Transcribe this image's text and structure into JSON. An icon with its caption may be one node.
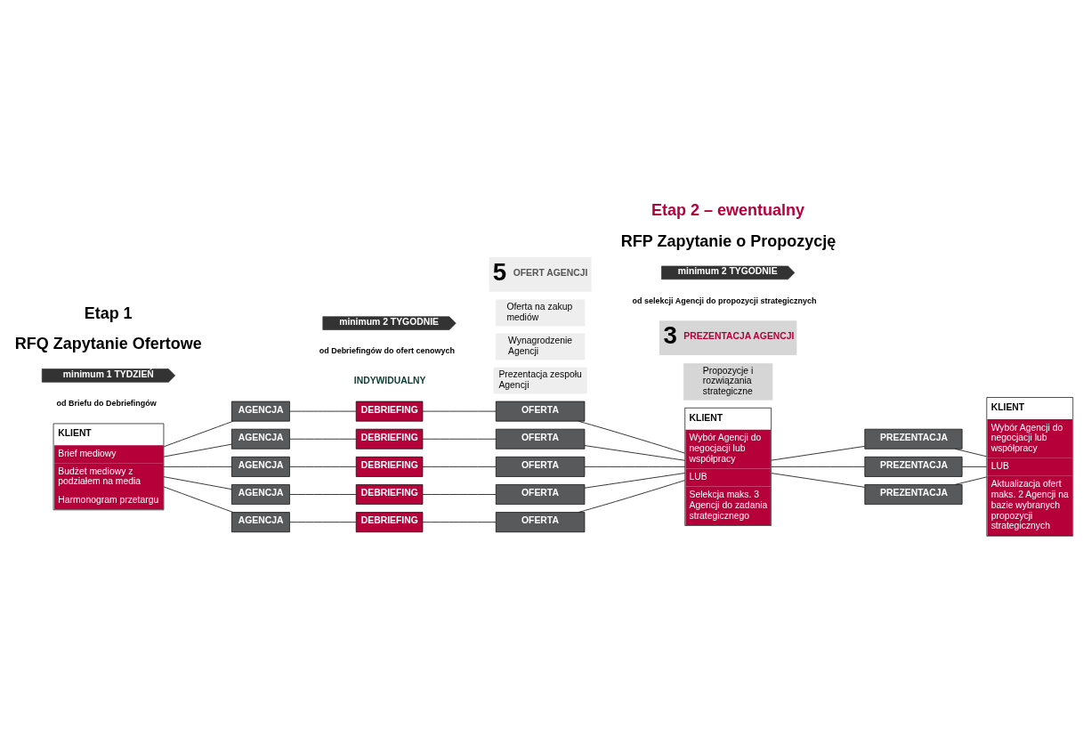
{
  "diagram": {
    "nodes": [
      {
        "text": [
          "KLIENT",
          "Brief mediowy",
          "Budżet mediowy z podziałem na media",
          "Harmonogram przetargu"
        ]
      },
      {
        "text": [
          "AGENCJA"
        ]
      },
      {
        "text": [
          "AGENCJA"
        ]
      },
      {
        "text": [
          "AGENCJA"
        ]
      },
      {
        "text": [
          "AGENCJA"
        ]
      },
      {
        "text": [
          "AGENCJA"
        ]
      },
      {
        "text": [
          "DEBRIEFING"
        ]
      },
      {
        "text": [
          "DEBRIEFING"
        ]
      },
      {
        "text": [
          "DEBRIEFING"
        ]
      },
      {
        "text": [
          "DEBRIEFING"
        ]
      },
      {
        "text": [
          "DEBRIEFING"
        ]
      },
      {
        "text": [
          "OFERTA"
        ]
      },
      {
        "text": [
          "OFERTA"
        ]
      },
      {
        "text": [
          "OFERTA"
        ]
      },
      {
        "text": [
          "OFERTA"
        ]
      },
      {
        "text": [
          "OFERTA"
        ]
      },
      {
        "text": [
          "KLIENT",
          "Wybór Agencji do negocjacji lub współpracy",
          "LUB",
          "Selekcja maks. 3 Agencji do zadania strategicznego"
        ]
      },
      {
        "text": [
          "PREZENTACJA"
        ]
      },
      {
        "text": [
          "PREZENTACJA"
        ]
      },
      {
        "text": [
          "PREZENTACJA"
        ]
      },
      {
        "text": [
          "KLIENT",
          "Wybór Agencji do negocjacji lub współpracy",
          "LUB",
          "Aktualizacja ofert maks. 2 Agencji na bazie wybranych propozycji strategicznych"
        ]
      },
      {
        "text": [
          "minimum 1 TYDZIEŃ"
        ],
        "beside": [
          "od Briefu do Debriefingów"
        ]
      },
      {
        "text": [
          "minimum 2 TYGODNIE"
        ],
        "beside": [
          "od Debriefingów do ofert cenowych"
        ]
      },
      {
        "text": [
          "minimum 2 TYGODNIE"
        ],
        "beside": [
          "od selekcji Agencji do propozycji strategicznych"
        ]
      },
      {
        "text": [
          "5",
          "OFERT AGENCJI"
        ]
      },
      {
        "text": [
          "Oferta na zakup mediów"
        ]
      },
      {
        "text": [
          "Wynagrodzenie Agencji"
        ]
      },
      {
        "text": [
          "Prezentacja zespołu Agencji"
        ]
      },
      {
        "text": [
          "3",
          "PREZENTACJA AGENCJI"
        ]
      },
      {
        "text": [
          "Propozycje i rozwiązania strategiczne"
        ]
      }
    ],
    "edges": [
      {
        "from": 0,
        "to": 1,
        "arrow": "none"
      },
      {
        "from": 0,
        "to": 2,
        "arrow": "none"
      },
      {
        "from": 0,
        "to": 3,
        "arrow": "none"
      },
      {
        "from": 0,
        "to": 4,
        "arrow": "none"
      },
      {
        "from": 0,
        "to": 5,
        "arrow": "none"
      },
      {
        "from": 1,
        "to": 6,
        "arrow": "none"
      },
      {
        "from": 2,
        "to": 7,
        "arrow": "none"
      },
      {
        "from": 3,
        "to": 8,
        "arrow": "none"
      },
      {
        "from": 4,
        "to": 9,
        "arrow": "none"
      },
      {
        "from": 5,
        "to": 10,
        "arrow": "none"
      },
      {
        "from": 6,
        "to": 11,
        "arrow": "none"
      },
      {
        "from": 7,
        "to": 12,
        "arrow": "none"
      },
      {
        "from": 8,
        "to": 13,
        "arrow": "none"
      },
      {
        "from": 9,
        "to": 14,
        "arrow": "none"
      },
      {
        "from": 10,
        "to": 15,
        "arrow": "none"
      },
      {
        "from": 11,
        "to": 16,
        "arrow": "none"
      },
      {
        "from": 12,
        "to": 16,
        "arrow": "none"
      },
      {
        "from": 13,
        "to": 16,
        "arrow": "none"
      },
      {
        "from": 14,
        "to": 16,
        "arrow": "none"
      },
      {
        "from": 15,
        "to": 16,
        "arrow": "none"
      },
      {
        "from": 16,
        "to": 17,
        "arrow": "none"
      },
      {
        "from": 16,
        "to": 18,
        "arrow": "none"
      },
      {
        "from": 16,
        "to": 19,
        "arrow": "none"
      },
      {
        "from": 17,
        "to": 20,
        "arrow": "none"
      },
      {
        "from": 18,
        "to": 20,
        "arrow": "none"
      },
      {
        "from": 19,
        "to": 20,
        "arrow": "none"
      }
    ],
    "labels": [
      "Etap 1",
      "RFQ Zapytanie Ofertowe",
      "Etap 2 – ewentualny",
      "RFP Zapytanie o Propozycję",
      "INDYWIDUALNY"
    ]
  }
}
